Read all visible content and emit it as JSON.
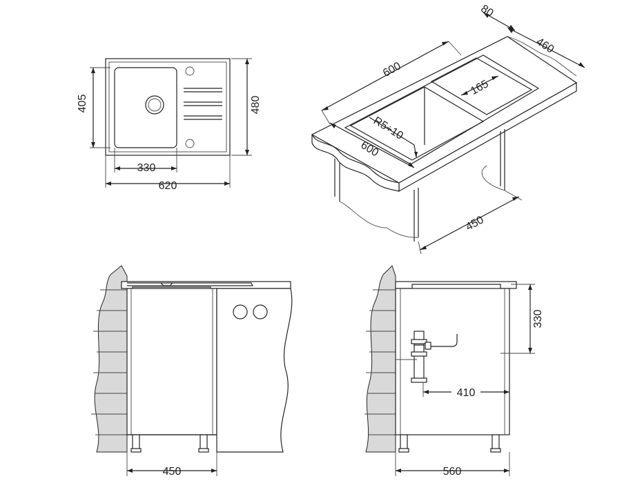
{
  "top_view": {
    "height_outer": "480",
    "height_bowl": "405",
    "width_bowl": "330",
    "width_outer": "620"
  },
  "iso_view": {
    "depth_top": "80",
    "width_right": "460",
    "length_top": "600",
    "radius": "165",
    "corner_radius": "R5÷10",
    "length_front": "600",
    "cabinet_depth": "450"
  },
  "front_view": {
    "cabinet_width": "450"
  },
  "side_view": {
    "bowl_depth": "330",
    "drain_offset": "410",
    "cabinet_width": "560"
  },
  "colors": {
    "line": "#222222",
    "fill_gray": "#d9d9d9",
    "background": "#ffffff"
  }
}
